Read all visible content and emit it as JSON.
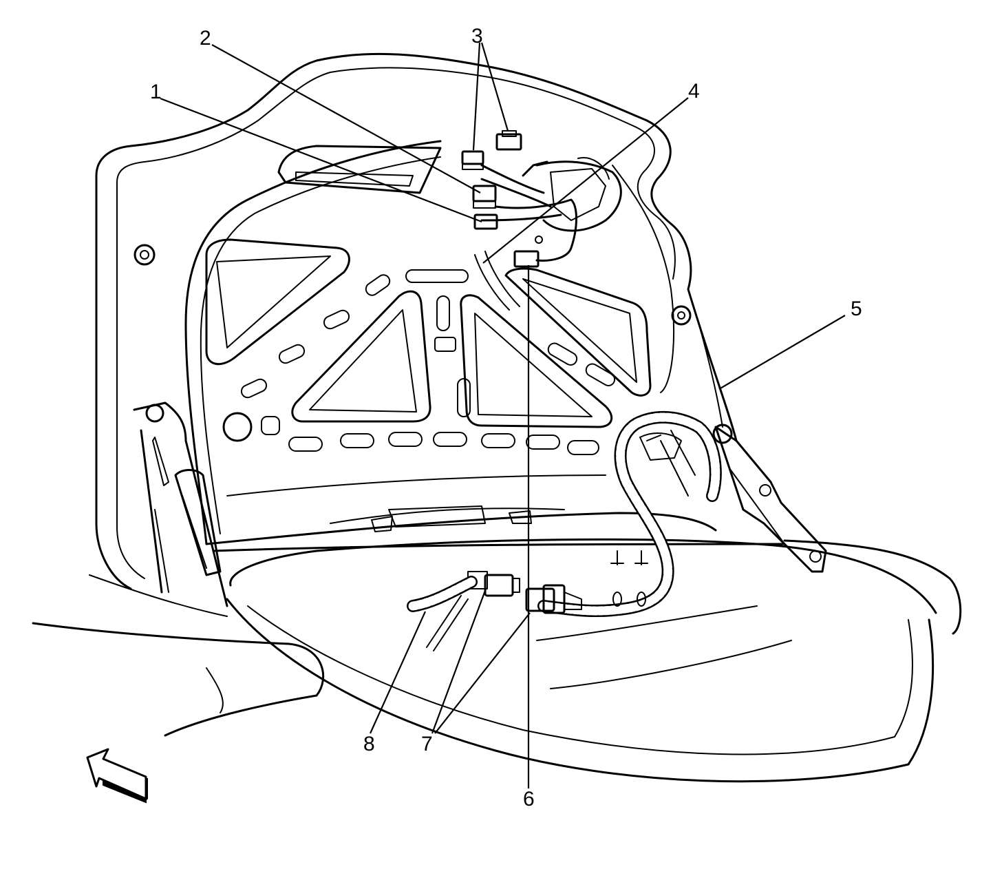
{
  "callouts": {
    "c1": "1",
    "c2": "2",
    "c3": "3",
    "c4": "4",
    "c5": "5",
    "c6": "6",
    "c7": "7",
    "c8": "8"
  },
  "icons": {
    "direction_arrow": "front-direction-arrow-icon"
  },
  "colors": {
    "line": "#000000",
    "background": "#ffffff"
  }
}
